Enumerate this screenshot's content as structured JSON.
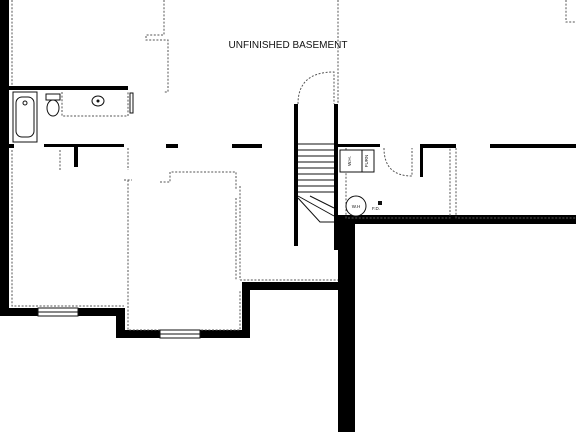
{
  "plan": {
    "room_label": "UNFINISHED BASEMENT",
    "furnace_label": "FURN",
    "heater_label": "W.H.",
    "water_heater_label": "W.H",
    "floor_drain_label": "F.D."
  },
  "colors": {
    "wall": "#000000",
    "dashed_line": "#555555",
    "background": "#ffffff"
  }
}
